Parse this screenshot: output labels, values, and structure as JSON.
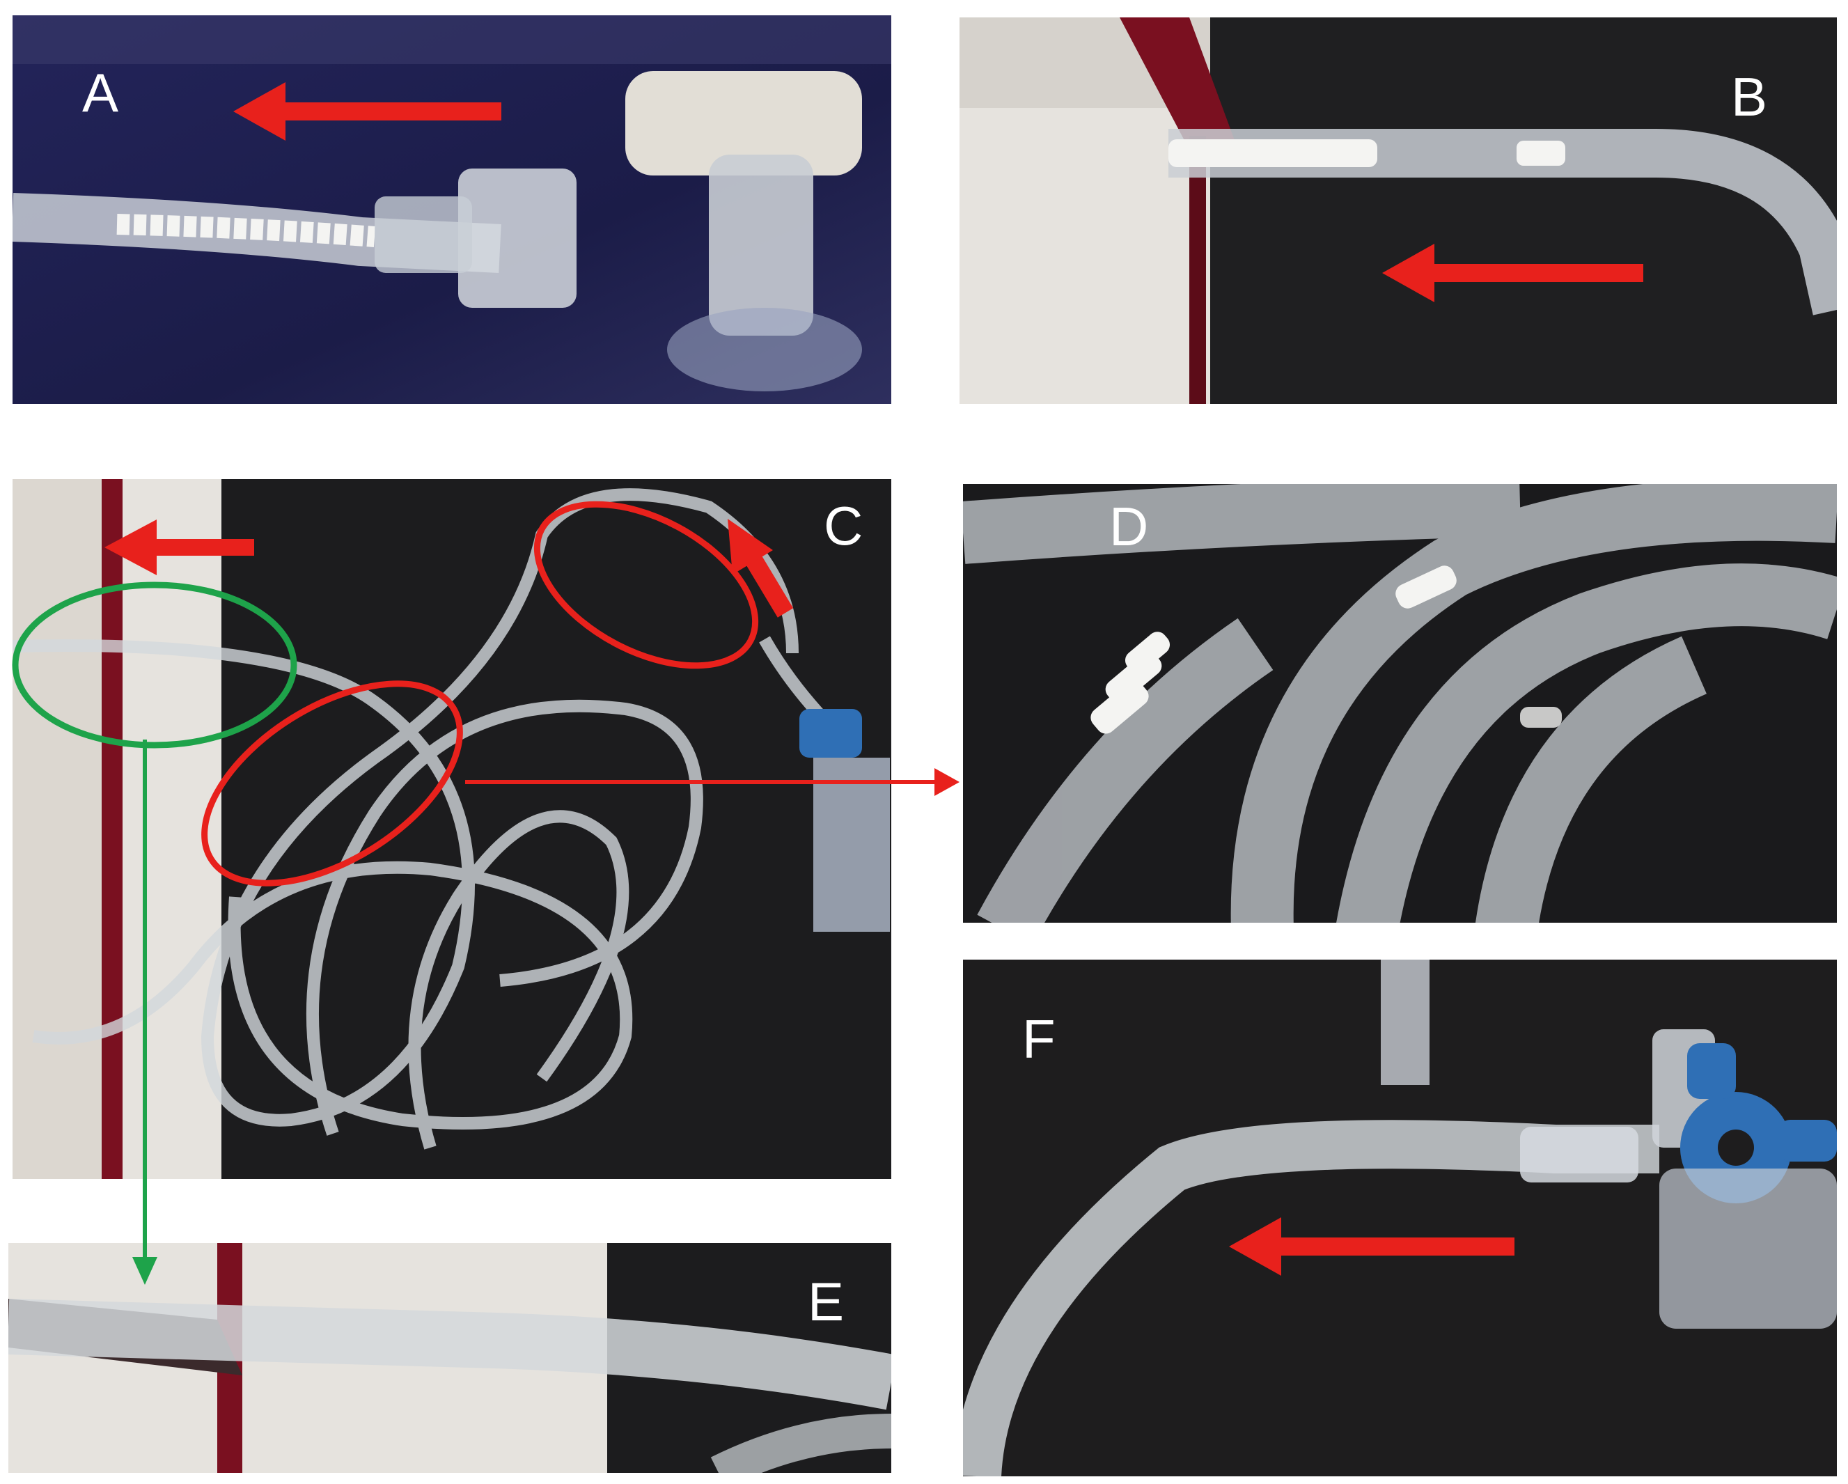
{
  "figure": {
    "panels": [
      {
        "id": "A",
        "label": "A",
        "content": "tubing-with-white-precipitate-near-connector"
      },
      {
        "id": "B",
        "label": "B",
        "content": "tubing-with-white-precipitate-over-edge"
      },
      {
        "id": "C",
        "label": "C",
        "content": "coiled-tubing-overview"
      },
      {
        "id": "D",
        "label": "D",
        "content": "close-up-precipitate-in-coils"
      },
      {
        "id": "E",
        "label": "E",
        "content": "close-up-clear-tubing-at-edge"
      },
      {
        "id": "F",
        "label": "F",
        "content": "clear-tubing-with-blue-stopcock"
      }
    ],
    "colors": {
      "arrow_red": "#e8211c",
      "marker_green": "#1ea34a",
      "label_white": "#ffffff",
      "dark_surface": "#1c1c1e",
      "navy_surface": "#1e1f4f",
      "white_device": "#e9e6e1",
      "red_trim": "#7a1020",
      "tube_clear": "#d9dde0",
      "precipitate": "#f4f4f2",
      "stopcock_blue": "#2f6fb5"
    },
    "icons": [
      "flow-direction-arrow",
      "highlight-ellipse",
      "callout-arrow"
    ]
  }
}
